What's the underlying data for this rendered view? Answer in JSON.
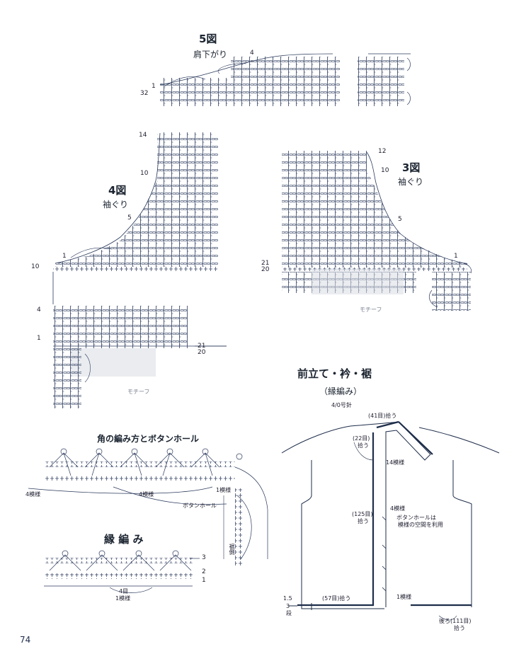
{
  "figures": {
    "fig5": {
      "number": "5図",
      "name": "肩下がり",
      "rows": [
        "4",
        "1",
        "32"
      ]
    },
    "fig4": {
      "number": "4図",
      "name": "袖ぐり",
      "rows_top": [
        "14",
        "10",
        "5",
        "1",
        "10"
      ],
      "rows_bottom": [
        "4",
        "1",
        "21",
        "20"
      ],
      "motif": "モチーフ"
    },
    "fig3": {
      "number": "3図",
      "name": "袖ぐり",
      "rows": [
        "12",
        "10",
        "5",
        "1",
        "21",
        "20"
      ],
      "motif": "モチーフ"
    }
  },
  "corner": {
    "title": "角の編み方とボタンホール",
    "repeat_left": "4模様",
    "repeat_mid": "4模様",
    "repeat_right": "1模様",
    "buttonhole": "ボタンホール",
    "side": "裾側"
  },
  "edging": {
    "title": "縁 編 み",
    "rows": [
      "3",
      "2",
      "1"
    ],
    "stitches": "4目",
    "repeat": "1模様"
  },
  "front": {
    "title": "前立て・衿・裾",
    "subtitle": "（縁編み）",
    "needle": "4/0号針",
    "pick41": "(41目)拾う",
    "pick22": "(22目)",
    "pick22b": "拾う",
    "pattern14": "14模様",
    "pattern4": "4模様",
    "pick125": "(125目)",
    "pick125b": "拾う",
    "buttonhole_note1": "ボタンホールは",
    "buttonhole_note2": "模様の空間を利用",
    "size15": "1.5",
    "rows3": "3",
    "rows3b": "段",
    "pick57": "(57目)拾う",
    "pattern1": "1模様",
    "back1": "後ろ(111目)",
    "back2": "拾う"
  },
  "page_number": "74"
}
